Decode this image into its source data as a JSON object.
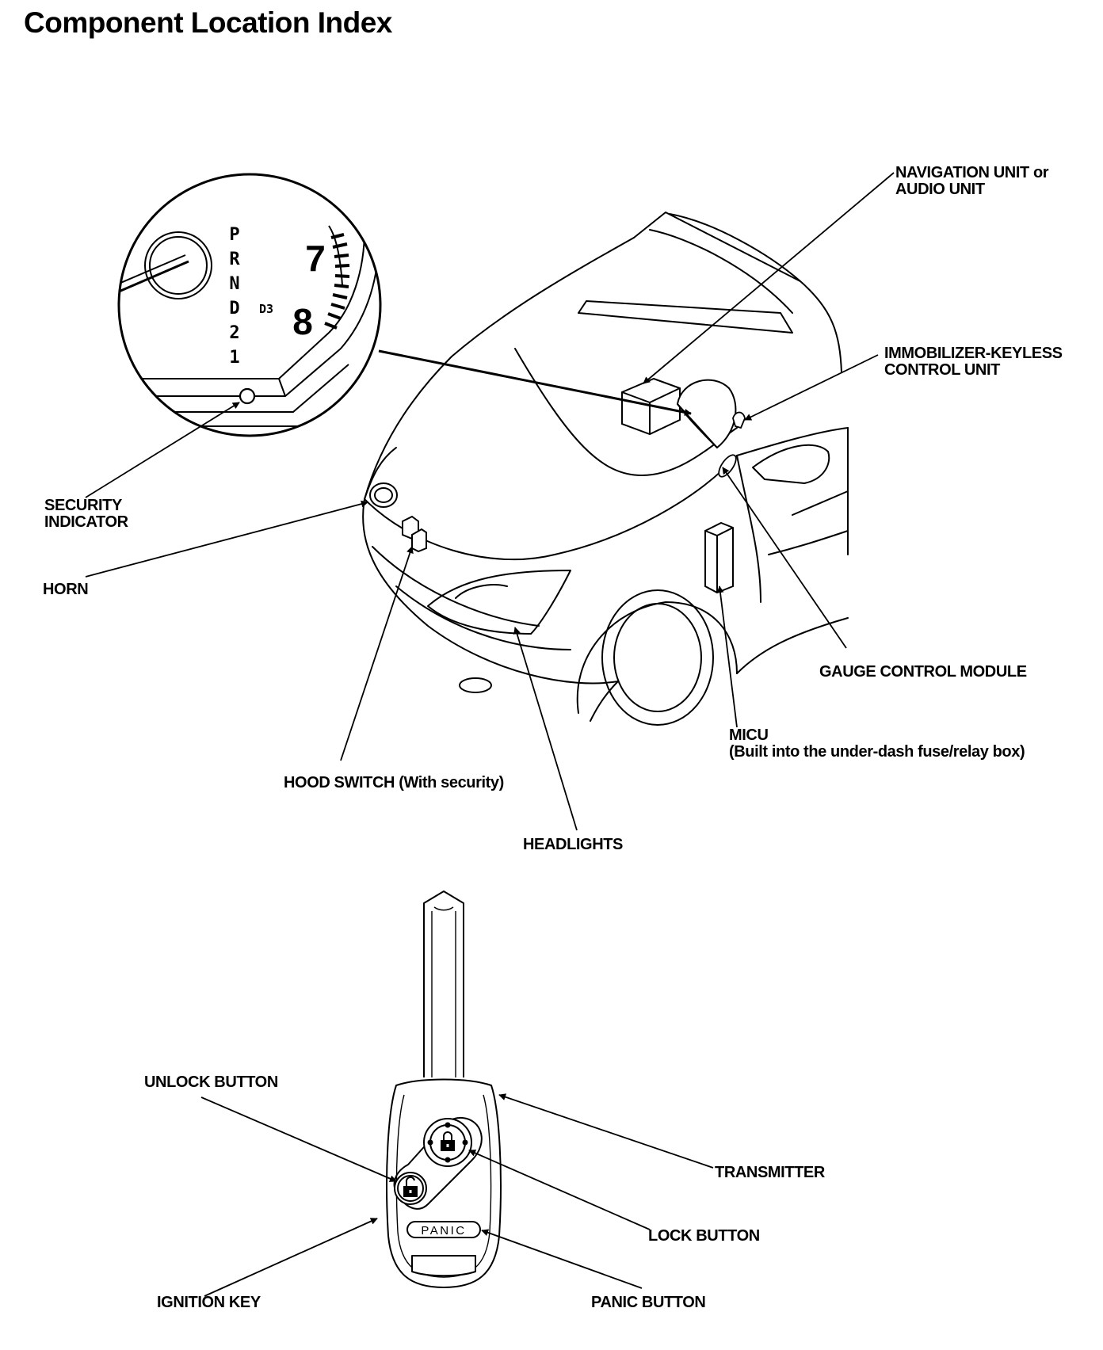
{
  "page": {
    "title": "Component Location Index"
  },
  "labels": {
    "navigation_unit": [
      "NAVIGATION UNIT or",
      "AUDIO UNIT"
    ],
    "immobilizer_unit": [
      "IMMOBILIZER-KEYLESS",
      "CONTROL UNIT"
    ],
    "security_indicator": [
      "SECURITY",
      "INDICATOR"
    ],
    "horn": "HORN",
    "gauge_control_module": "GAUGE CONTROL MODULE",
    "micu": [
      "MICU",
      "(Built into the under-dash fuse/relay box)"
    ],
    "hood_switch": "HOOD SWITCH (With security)",
    "headlights": "HEADLIGHTS",
    "unlock_button": "UNLOCK BUTTON",
    "transmitter": "TRANSMITTER",
    "lock_button": "LOCK BUTTON",
    "ignition_key": "IGNITION KEY",
    "panic_button": "PANIC BUTTON"
  },
  "gauge": {
    "gear_letters": [
      "P",
      "R",
      "N",
      "D",
      "2",
      "1"
    ],
    "d3": "D3",
    "tach_7": "7",
    "tach_8": "8"
  },
  "fob": {
    "panic_text": "PANIC"
  }
}
